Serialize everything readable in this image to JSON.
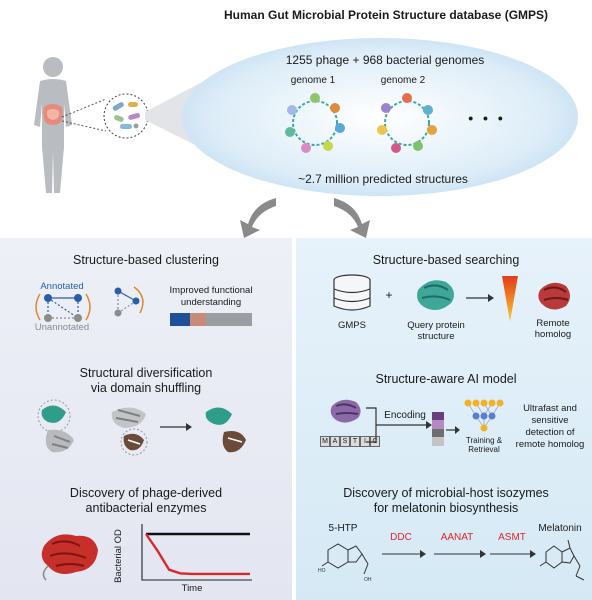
{
  "header": {
    "title": "Human Gut Microbial Protein Structure database (GMPS)",
    "genomes_label": "1255 phage + 968 bacterial genomes",
    "genome_1": "genome 1",
    "genome_2": "genome 2",
    "ellipsis": "• • •",
    "structures_label": "~2.7 million predicted structures"
  },
  "left_panel": {
    "clustering": {
      "title": "Structure-based clustering",
      "annotated": "Annotated",
      "unannotated": "Unannotated",
      "outcome": "Improved functional understanding",
      "outcome_line1": "Improved functional",
      "outcome_line2": "understanding"
    },
    "diversification": {
      "title_line1": "Structural diversification",
      "title_line2": "via domain shuffling"
    },
    "enzymes": {
      "title_line1": "Discovery of phage-derived",
      "title_line2": "antibacterial enzymes",
      "ylabel": "Bacterial OD",
      "xlabel": "Time"
    }
  },
  "right_panel": {
    "searching": {
      "title": "Structure-based searching",
      "db_label": "GMPS",
      "plus": "+",
      "query_line1": "Query protein",
      "query_line2": "structure",
      "result_line1": "Remote",
      "result_line2": "homolog"
    },
    "ai_model": {
      "title": "Structure-aware AI model",
      "encoding": "Encoding",
      "sequence_letters": [
        "M",
        "A",
        "S",
        "T",
        "I",
        "C"
      ],
      "training_line1": "Training &",
      "training_line2": "Retrieval",
      "result_line1": "Ultrafast and",
      "result_line2": "sensitive",
      "result_line3": "detection of",
      "result_line4": "remote homolog"
    },
    "melatonin": {
      "title_line1": "Discovery of microbial-host isozymes",
      "title_line2": "for melatonin biosynthesis",
      "substrate": "5-HTP",
      "product": "Melatonin",
      "enzymes": [
        "DDC",
        "AANAT",
        "ASMT"
      ]
    }
  },
  "colors": {
    "enzyme_red": "#d8282b",
    "annotated_blue": "#2b5ca8",
    "unannotated_gray": "#8c8c8c",
    "teal_protein": "#2e9e8a",
    "bar_segments": [
      "#1f4f96",
      "#c98a7a",
      "#9a9ea3"
    ]
  },
  "chart_data": {
    "type": "line",
    "title": "",
    "xlabel": "Time",
    "ylabel": "Bacterial OD",
    "series": [
      {
        "values": [
          1.0,
          1.0,
          1.0,
          1.0,
          1.0,
          1.0,
          1.0,
          1.0,
          1.0,
          1.0
        ]
      },
      {
        "values": [
          1.0,
          0.6,
          0.15,
          0.06,
          0.05,
          0.05,
          0.05,
          0.05,
          0.05,
          0.05
        ]
      }
    ]
  }
}
